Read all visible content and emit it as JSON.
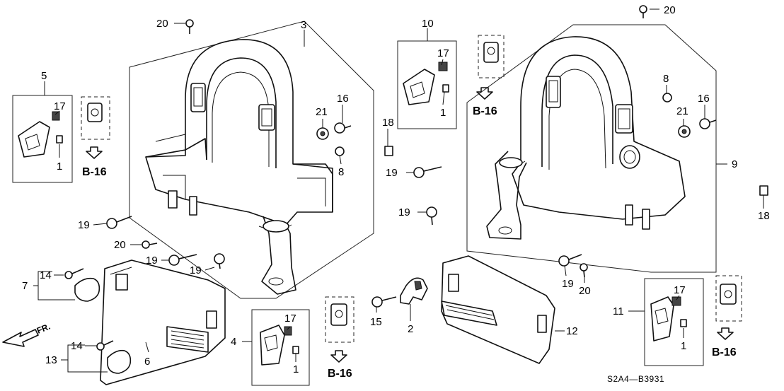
{
  "diagram": {
    "drawing_code": "S2A4—B3931",
    "direction_label": "FR.",
    "callouts": [
      {
        "id": "c20a",
        "text": "20"
      },
      {
        "id": "c3",
        "text": "3"
      },
      {
        "id": "c10",
        "text": "10"
      },
      {
        "id": "c20b",
        "text": "20"
      },
      {
        "id": "c5",
        "text": "5"
      },
      {
        "id": "c17a",
        "text": "17"
      },
      {
        "id": "c1a",
        "text": "1"
      },
      {
        "id": "c21a",
        "text": "21"
      },
      {
        "id": "c16a",
        "text": "16"
      },
      {
        "id": "c8a",
        "text": "8"
      },
      {
        "id": "c17b",
        "text": "17"
      },
      {
        "id": "c1b",
        "text": "1"
      },
      {
        "id": "c18a",
        "text": "18"
      },
      {
        "id": "c8b",
        "text": "8"
      },
      {
        "id": "c21b",
        "text": "21"
      },
      {
        "id": "c16b",
        "text": "16"
      },
      {
        "id": "c9",
        "text": "9"
      },
      {
        "id": "c18b",
        "text": "18"
      },
      {
        "id": "c19a",
        "text": "19"
      },
      {
        "id": "c20c",
        "text": "20"
      },
      {
        "id": "c19b",
        "text": "19"
      },
      {
        "id": "c19c",
        "text": "19"
      },
      {
        "id": "c14a",
        "text": "14"
      },
      {
        "id": "c7",
        "text": "7"
      },
      {
        "id": "c14b",
        "text": "14"
      },
      {
        "id": "c13",
        "text": "13"
      },
      {
        "id": "c6",
        "text": "6"
      },
      {
        "id": "c4",
        "text": "4"
      },
      {
        "id": "c17c",
        "text": "17"
      },
      {
        "id": "c1c",
        "text": "1"
      },
      {
        "id": "c19d",
        "text": "19"
      },
      {
        "id": "c19e",
        "text": "19"
      },
      {
        "id": "c15",
        "text": "15"
      },
      {
        "id": "c2",
        "text": "2"
      },
      {
        "id": "c12",
        "text": "12"
      },
      {
        "id": "c19f",
        "text": "19"
      },
      {
        "id": "c20d",
        "text": "20"
      },
      {
        "id": "c11",
        "text": "11"
      },
      {
        "id": "c17d",
        "text": "17"
      },
      {
        "id": "c1d",
        "text": "1"
      }
    ],
    "references": [
      {
        "id": "r1",
        "text": "B-16"
      },
      {
        "id": "r2",
        "text": "B-16"
      },
      {
        "id": "r3",
        "text": "B-16"
      },
      {
        "id": "r4",
        "text": "B-16"
      }
    ]
  }
}
